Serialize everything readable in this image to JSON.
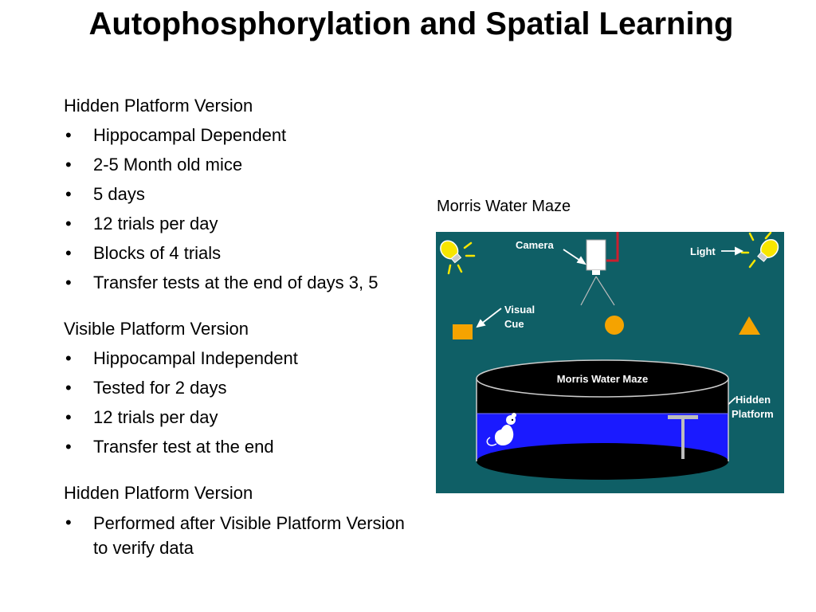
{
  "title": "Autophosphorylation and Spatial Learning",
  "sections": [
    {
      "heading": "Hidden Platform Version",
      "bullets": [
        "Hippocampal Dependent",
        "2-5 Month old mice",
        "5 days",
        "12 trials per day",
        "Blocks of 4 trials",
        "Transfer tests at the end of days 3, 5"
      ]
    },
    {
      "heading": "Visible Platform Version",
      "bullets": [
        "Hippocampal Independent",
        "Tested for 2 days",
        "12 trials per day",
        "Transfer test at the end"
      ]
    },
    {
      "heading": "Hidden Platform Version",
      "bullets": [
        "Performed after Visible Platform Version to verify data"
      ]
    }
  ],
  "bullet_symbol": "•",
  "figure": {
    "caption": "Morris Water Maze",
    "labels": {
      "camera": "Camera",
      "light": "Light",
      "visual_cue_line1": "Visual",
      "visual_cue_line2": "Cue",
      "tank": "Morris Water Maze",
      "hidden_platform_line1": "Hidden",
      "hidden_platform_line2": "Platform"
    },
    "colors": {
      "background": "#0f5f66",
      "water": "#1a1aff",
      "tank_top": "#000000",
      "cue": "#f5a300",
      "bulb": "#f7e600",
      "camera_cable": "#cc1f2e"
    }
  }
}
